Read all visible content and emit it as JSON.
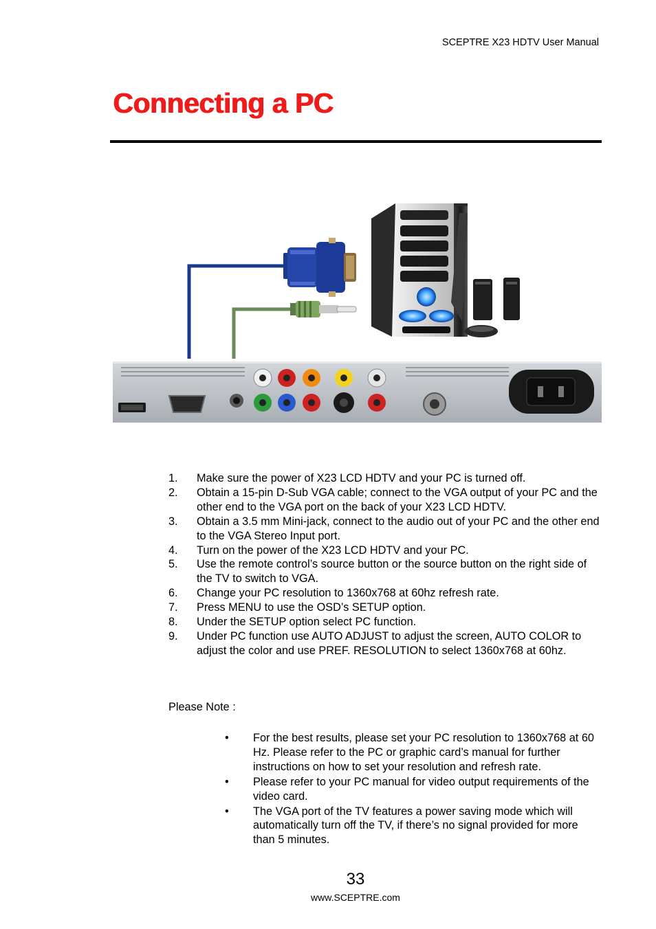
{
  "header": {
    "manual_title": "SCEPTRE X23 HDTV User Manual"
  },
  "page_title": "Connecting a PC",
  "diagram": {
    "icons": [
      "pc-tower-icon",
      "speaker-icon",
      "mouse-icon",
      "keyboard-icon",
      "vga-connector-icon",
      "audio-jack-icon",
      "tv-back-panel"
    ],
    "colors": {
      "vga_cable": "#1a3a8c",
      "audio_cable": "#6b8a5a",
      "panel": "#b8bdc3",
      "tower": "#1e1e1e",
      "led": "#3aa0ff"
    }
  },
  "steps": [
    {
      "num": "1.",
      "text": "Make sure the power of X23 LCD HDTV and your PC is turned off."
    },
    {
      "num": "2.",
      "text": "Obtain a 15-pin D-Sub VGA cable; connect to the VGA output of your PC and the other end to the VGA port on the back of your X23 LCD HDTV."
    },
    {
      "num": "3.",
      "text": "Obtain a 3.5 mm Mini-jack, connect to the audio out of your PC and the other end to the VGA Stereo Input port."
    },
    {
      "num": "4.",
      "text": "Turn on the power of the X23 LCD HDTV and your PC."
    },
    {
      "num": "5.",
      "text": "Use the remote control’s source button or the source button on the right side of the TV to switch to VGA."
    },
    {
      "num": "6.",
      "text": "Change your PC resolution to 1360x768 at 60hz refresh rate."
    },
    {
      "num": "7.",
      "text": "Press MENU to use the OSD’s SETUP option."
    },
    {
      "num": "8.",
      "text": "Under the SETUP option select PC function."
    },
    {
      "num": "9.",
      "text": "Under PC function use AUTO ADJUST to adjust the screen, AUTO COLOR to adjust the color and use PREF. RESOLUTION to select 1360x768 at 60hz."
    }
  ],
  "note_label": "Please Note :",
  "notes": [
    {
      "bullet": "•",
      "text": "For the best results, please set your PC resolution to 1360x768 at 60 Hz.  Please refer to the PC or graphic card’s manual for further instructions on how to set your resolution and refresh rate."
    },
    {
      "bullet": "•",
      "text": "Please refer to your PC manual for video output requirements of the video card."
    },
    {
      "bullet": "•",
      "text": "The VGA port of the TV features a power saving mode which will automatically turn off the TV, if there’s no signal provided for more than 5 minutes."
    }
  ],
  "footer": {
    "page_number": "33",
    "url": "www.SCEPTRE.com"
  }
}
